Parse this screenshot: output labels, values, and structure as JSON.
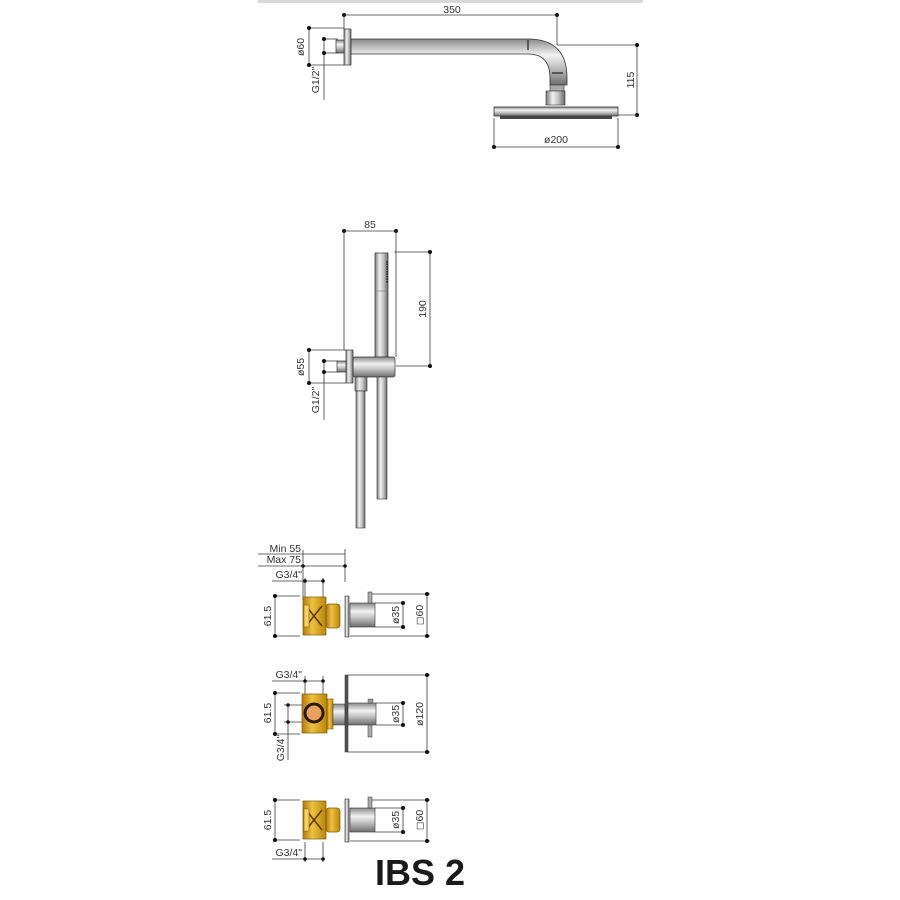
{
  "title": "IBS 2",
  "colors": {
    "chrome": "#c8c8c8",
    "chrome_dark": "#7a7a7a",
    "brass": "#d9a520",
    "brass_dark": "#a8780e",
    "dimension_line": "#3a3a3a",
    "top_bar": "#d8d8d8"
  },
  "components": {
    "overhead_shower": {
      "label": "overhead-shower-with-wall-arm",
      "dims": {
        "arm_length": "350",
        "flange_diameter": "ø60",
        "thread": "G1/2\"",
        "drop_height": "115",
        "head_diameter": "ø200"
      }
    },
    "hand_shower": {
      "label": "hand-shower-with-wall-outlet-holder",
      "dims": {
        "projection": "85",
        "handle_height": "190",
        "flange_diameter": "ø55",
        "thread": "G1/2\""
      }
    },
    "stop_valve_1": {
      "label": "concealed-stop-valve-upper",
      "dims": {
        "min_depth": "Min  55",
        "max_depth": "Max  75",
        "thread": "G3/4\"",
        "body_height": "61.5",
        "knob_diameter": "ø35",
        "rosette": "◻60"
      }
    },
    "thermostat": {
      "label": "concealed-thermostatic-mixer",
      "dims": {
        "thread_top": "G3/4\"",
        "body_height": "61.5",
        "thread_side": "G3/4\"",
        "knob_diameter": "ø35",
        "rosette": "ø120"
      }
    },
    "stop_valve_2": {
      "label": "concealed-stop-valve-lower",
      "dims": {
        "body_height": "61.5",
        "thread": "G3/4\"",
        "knob_diameter": "ø35",
        "rosette": "◻60"
      }
    }
  }
}
